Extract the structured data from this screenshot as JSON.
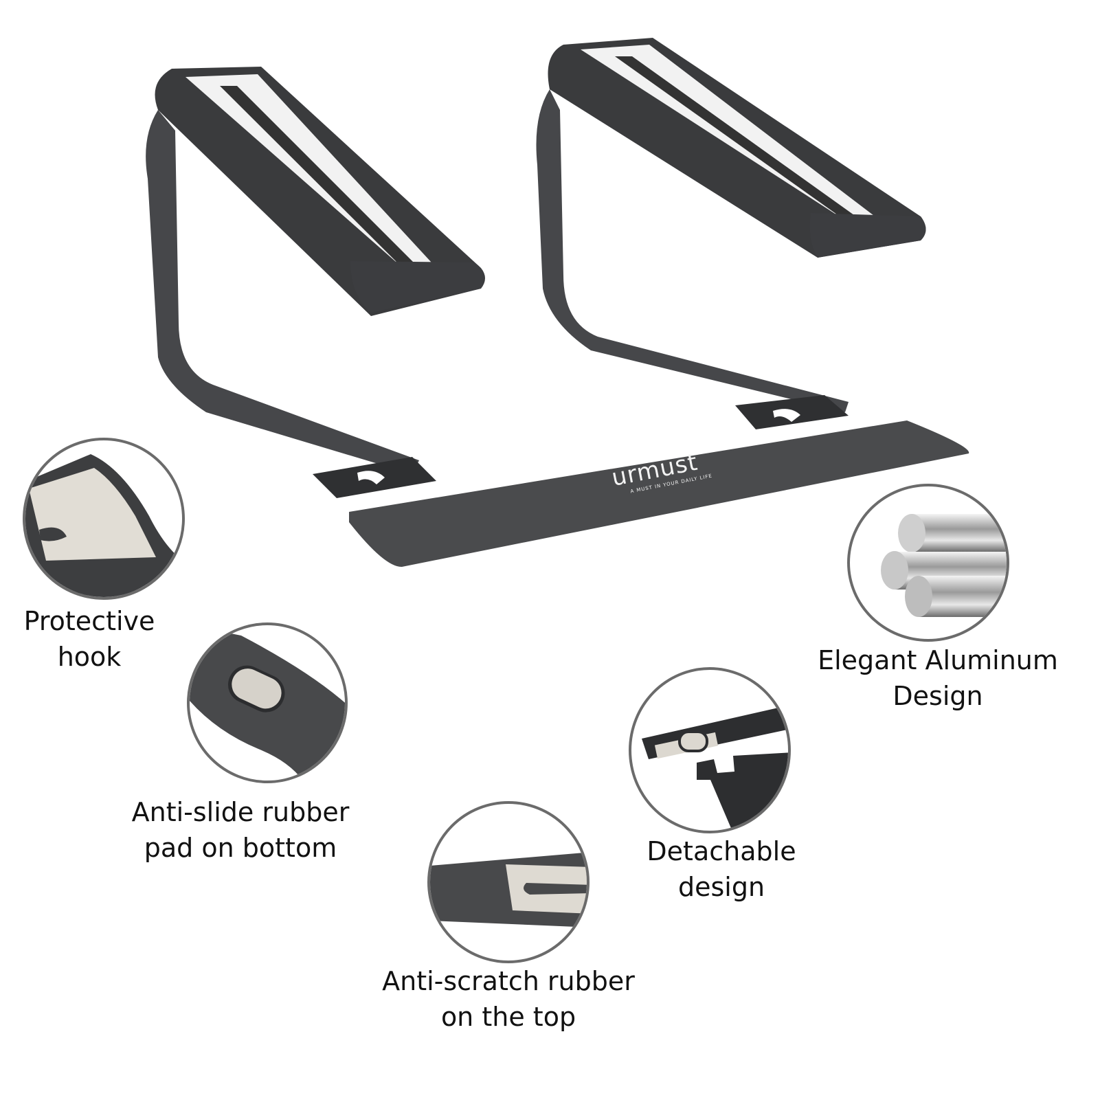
{
  "product": {
    "brand_logo": "urmust",
    "brand_tagline": "A MUST IN YOUR DAILY LIFE",
    "colors": {
      "metal": "#4a4b4d",
      "metal_dark": "#2f3032",
      "pad": "#d9d6cf",
      "circle_border": "#6b6b6b",
      "text": "#111111"
    }
  },
  "features": [
    {
      "id": "protective-hook",
      "line1": "Protective",
      "line2": "hook"
    },
    {
      "id": "anti-slide",
      "line1": "Anti-slide rubber",
      "line2": "pad on bottom"
    },
    {
      "id": "anti-scratch",
      "line1": "Anti-scratch rubber",
      "line2": "on the top"
    },
    {
      "id": "detachable",
      "line1": "Detachable",
      "line2": "design"
    },
    {
      "id": "aluminum",
      "line1": "Elegant Aluminum",
      "line2": "Design"
    }
  ]
}
